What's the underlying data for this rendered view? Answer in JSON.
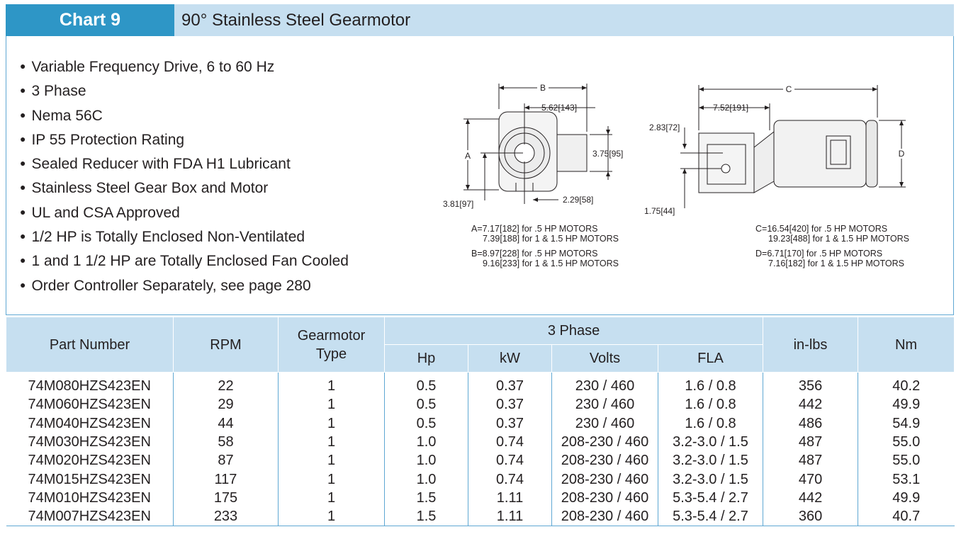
{
  "header": {
    "chart_label": "Chart 9",
    "title": "90° Stainless Steel Gearmotor"
  },
  "features": [
    "Variable Frequency Drive, 6 to 60 Hz",
    "3 Phase",
    "Nema 56C",
    "IP 55 Protection Rating",
    "Sealed Reducer with FDA H1 Lubricant",
    "Stainless Steel Gear Box and Motor",
    "UL and CSA Approved",
    "1/2 HP is Totally Enclosed Non-Ventilated",
    "1 and 1 1/2 HP are Totally Enclosed Fan Cooled",
    "Order Controller Separately, see page 280"
  ],
  "diagram": {
    "front": {
      "label_b": "B",
      "label_a": "A",
      "dim_top": "5.62[143]",
      "dim_right": "3.75[95]",
      "dim_bottom_left": "3.81[97]",
      "dim_bottom_right": "2.29[58]",
      "notes": [
        "A=7.17[182] for .5 HP MOTORS",
        "7.39[188] for 1 & 1.5 HP MOTORS",
        "B=8.97[228] for .5 HP MOTORS",
        "9.16[233] for 1 & 1.5 HP MOTORS"
      ]
    },
    "side": {
      "label_c": "C",
      "label_d": "D",
      "dim_top": "7.52[191]",
      "dim_left_top": "2.83[72]",
      "dim_left_bottom": "1.75[44]",
      "notes": [
        "C=16.54[420] for .5 HP MOTORS",
        "19.23[488] for 1 & 1.5 HP MOTORS",
        "D=6.71[170] for .5 HP MOTORS",
        "7.16[182] for 1 & 1.5 HP MOTORS"
      ]
    }
  },
  "table": {
    "headers": {
      "part": "Part Number",
      "rpm": "RPM",
      "type_line1": "Gearmotor",
      "type_line2": "Type",
      "phase_group": "3 Phase",
      "hp": "Hp",
      "kw": "kW",
      "volts": "Volts",
      "fla": "FLA",
      "inlbs": "in-lbs",
      "nm": "Nm"
    },
    "rows": [
      {
        "part": "74M080HZS423EN",
        "rpm": "22",
        "type": "1",
        "hp": "0.5",
        "kw": "0.37",
        "volts": "230 / 460",
        "fla": "1.6 / 0.8",
        "inlbs": "356",
        "nm": "40.2"
      },
      {
        "part": "74M060HZS423EN",
        "rpm": "29",
        "type": "1",
        "hp": "0.5",
        "kw": "0.37",
        "volts": "230 / 460",
        "fla": "1.6 / 0.8",
        "inlbs": "442",
        "nm": "49.9"
      },
      {
        "part": "74M040HZS423EN",
        "rpm": "44",
        "type": "1",
        "hp": "0.5",
        "kw": "0.37",
        "volts": "230 / 460",
        "fla": "1.6 / 0.8",
        "inlbs": "486",
        "nm": "54.9"
      },
      {
        "part": "74M030HZS423EN",
        "rpm": "58",
        "type": "1",
        "hp": "1.0",
        "kw": "0.74",
        "volts": "208-230 / 460",
        "fla": "3.2-3.0 / 1.5",
        "inlbs": "487",
        "nm": "55.0"
      },
      {
        "part": "74M020HZS423EN",
        "rpm": "87",
        "type": "1",
        "hp": "1.0",
        "kw": "0.74",
        "volts": "208-230 / 460",
        "fla": "3.2-3.0 / 1.5",
        "inlbs": "487",
        "nm": "55.0"
      },
      {
        "part": "74M015HZS423EN",
        "rpm": "117",
        "type": "1",
        "hp": "1.0",
        "kw": "0.74",
        "volts": "208-230 / 460",
        "fla": "3.2-3.0 / 1.5",
        "inlbs": "470",
        "nm": "53.1"
      },
      {
        "part": "74M010HZS423EN",
        "rpm": "175",
        "type": "1",
        "hp": "1.5",
        "kw": "1.11",
        "volts": "208-230 / 460",
        "fla": "5.3-5.4 / 2.7",
        "inlbs": "442",
        "nm": "49.9"
      },
      {
        "part": "74M007HZS423EN",
        "rpm": "233",
        "type": "1",
        "hp": "1.5",
        "kw": "1.11",
        "volts": "208-230 / 460",
        "fla": "5.3-5.4 / 2.7",
        "inlbs": "360",
        "nm": "40.7"
      }
    ]
  }
}
